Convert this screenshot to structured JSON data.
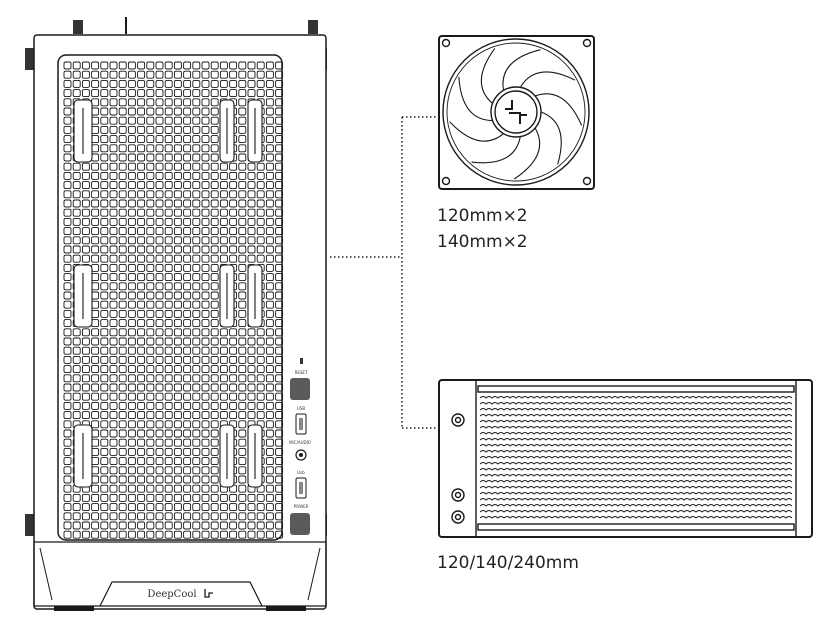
{
  "fan_sizes": [
    "120mm×2",
    "140mm×2"
  ],
  "radiator_sizes": "120/140/240mm",
  "front_panel": {
    "reset_label": "RESET",
    "usb_label": "USB",
    "audio_label": "MIC/AUDIO",
    "usbc_label": "Usb",
    "power_label": "POWER"
  },
  "brand": "DeepCool",
  "colors": {
    "line": "#1a1a1a",
    "fill": "#ffffff",
    "button": "#5a5a5a",
    "text": "#222222"
  }
}
